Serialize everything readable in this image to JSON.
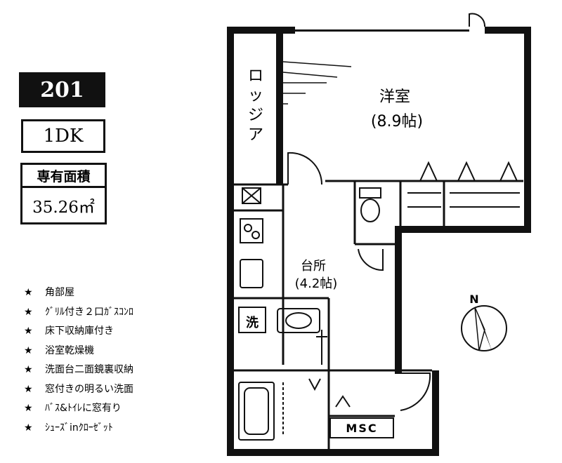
{
  "unit": {
    "number": "201",
    "layout": "1DK"
  },
  "area": {
    "label": "専有面積",
    "value": "35.26㎡"
  },
  "rooms": {
    "western": {
      "name": "洋室",
      "size": "(8.9帖)"
    },
    "kitchen": {
      "name": "台所",
      "size": "(4.2帖)"
    },
    "loggia": {
      "chars": [
        "ロ",
        "ッ",
        "ジ",
        "ア"
      ]
    },
    "washroom": "洗",
    "closet": "MSC"
  },
  "compass": {
    "north": "N"
  },
  "features": {
    "bullet": "★",
    "items": [
      "角部屋",
      "ｸﾞﾘﾙ付き２口ｶﾞｽｺﾝﾛ",
      "床下収納庫付き",
      "浴室乾燥機",
      "洗面台二面鏡裏収納",
      "窓付きの明るい洗面",
      "ﾊﾞｽ&ﾄｲﾚに窓有り",
      "ｼｭｰｽﾞinｸﾛｰｾﾞｯﾄ"
    ]
  }
}
